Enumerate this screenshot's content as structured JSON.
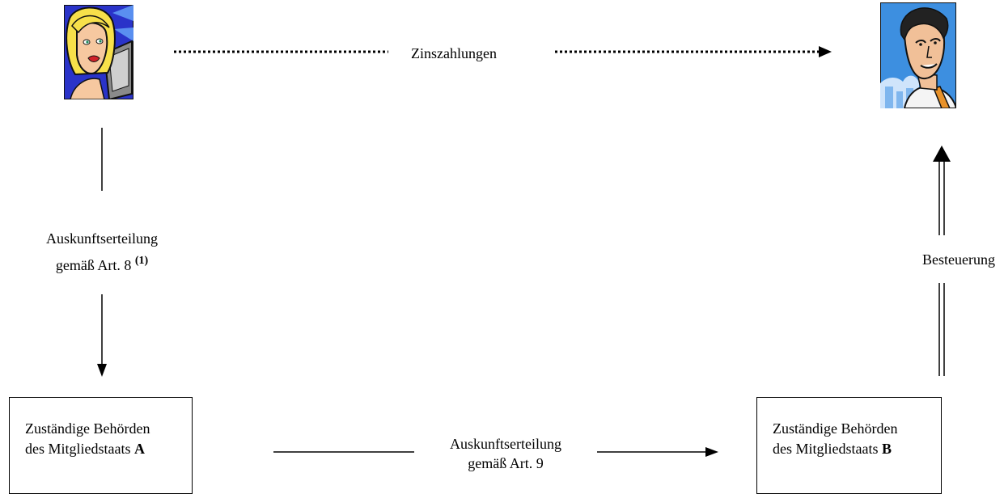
{
  "top_flow": {
    "label": "Zinszahlungen"
  },
  "left_flow": {
    "line1": "Auskunftserteilung",
    "line2_prefix": "gemäß Art. 8",
    "footnote": "(1)"
  },
  "right_flow": {
    "label": "Besteuerung"
  },
  "bottom_flow": {
    "line1": "Auskunftserteilung",
    "line2": "gemäß Art. 9"
  },
  "box_a": {
    "line1": "Zuständige Behörden",
    "line2_prefix": "des Mitgliedstaats",
    "state": "A"
  },
  "box_b": {
    "line1": "Zuständige Behörden",
    "line2_prefix": "des Mitgliedstaats",
    "state": "B"
  },
  "icons": {
    "payer": "woman-at-computer-icon",
    "recipient": "businessman-icon"
  },
  "colors": {
    "payer_bg": "#2a33c9",
    "recipient_bg": "#3d8fe0",
    "skin": "#f6c8a0",
    "hair_blonde": "#f7e04a"
  }
}
